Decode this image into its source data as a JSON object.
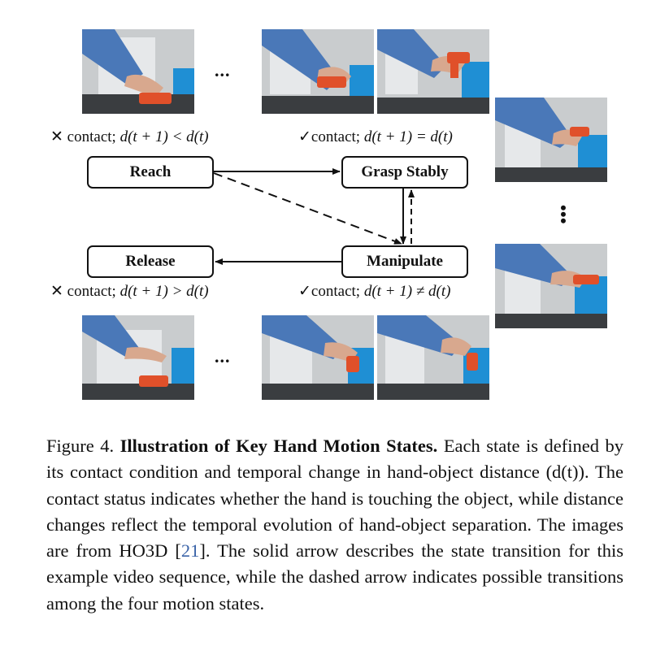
{
  "figure": {
    "states": {
      "reach": "Reach",
      "grasp": "Grasp Stably",
      "manipulate": "Manipulate",
      "release": "Release"
    },
    "conditions": {
      "reach": {
        "mark": "✕",
        "text": " contact; ",
        "formula": "d(t + 1) < d(t)"
      },
      "grasp": {
        "mark": "✓",
        "text": "contact; ",
        "formula": "d(t + 1) = d(t)"
      },
      "release": {
        "mark": "✕",
        "text": " contact; ",
        "formula": "d(t + 1) > d(t)"
      },
      "manipulate": {
        "mark": "✓",
        "text": "contact; ",
        "formula": "d(t + 1) ≠ d(t)"
      }
    },
    "ellipsis_h": "...",
    "ellipsis_v": "⋮"
  },
  "caption": {
    "label": "Figure 4.",
    "title": "Illustration of Key Hand Motion States.",
    "body_1": "Each state is defined by its contact condition and temporal change in hand-object distance (d(t)). The contact status indicates whether the hand is touching the object, while distance changes reflect the temporal evolution of hand-object separation. The images are from HO3D [",
    "citation": "21",
    "body_2": "]. The solid arrow describes the state transition for this example video sequence, while the dashed arrow indicates possible transitions among the four motion states."
  }
}
